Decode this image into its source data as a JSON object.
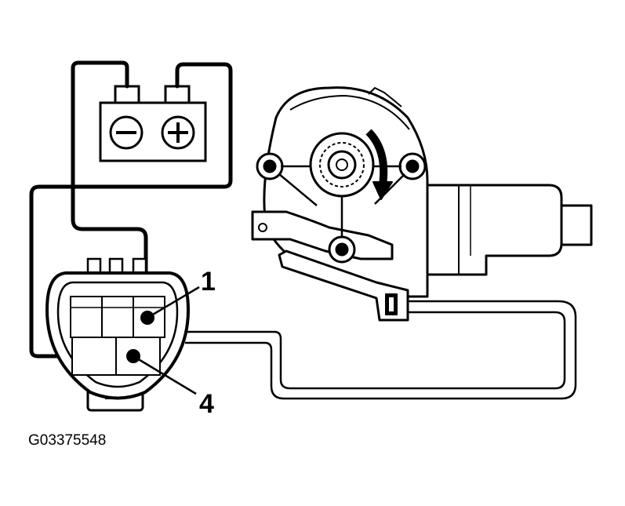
{
  "figure_code": "G03375548",
  "callouts": [
    "1",
    "4"
  ],
  "battery": {
    "negative_symbol": "minus",
    "positive_symbol": "plus"
  },
  "colors": {
    "line": "#000000",
    "background": "#ffffff"
  }
}
